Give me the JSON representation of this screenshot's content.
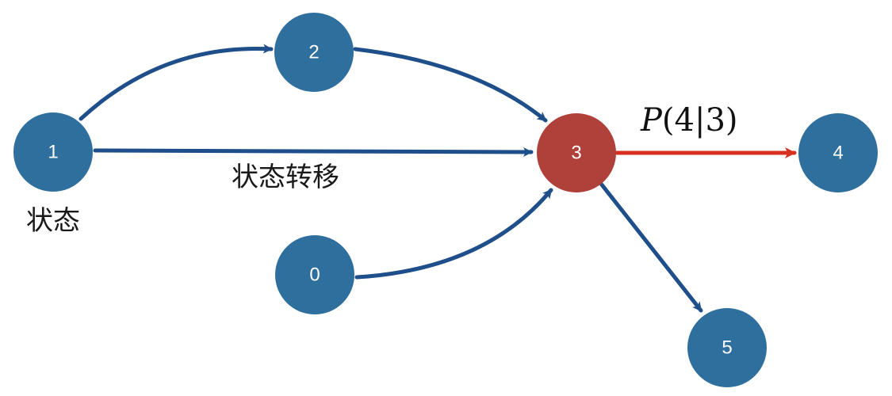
{
  "colors": {
    "node_blue": "#2f6f9e",
    "node_red": "#b0403a",
    "edge_blue": "#1f4f8a",
    "edge_red": "#d7301f"
  },
  "nodes": [
    {
      "id": "1",
      "label": "1",
      "color": "blue"
    },
    {
      "id": "2",
      "label": "2",
      "color": "blue"
    },
    {
      "id": "0",
      "label": "0",
      "color": "blue"
    },
    {
      "id": "3",
      "label": "3",
      "color": "red"
    },
    {
      "id": "4",
      "label": "4",
      "color": "blue"
    },
    {
      "id": "5",
      "label": "5",
      "color": "blue"
    }
  ],
  "edges": [
    {
      "from": "1",
      "to": "2",
      "color": "blue"
    },
    {
      "from": "2",
      "to": "3",
      "color": "blue"
    },
    {
      "from": "1",
      "to": "3",
      "color": "blue"
    },
    {
      "from": "0",
      "to": "3",
      "color": "blue"
    },
    {
      "from": "3",
      "to": "4",
      "color": "red"
    },
    {
      "from": "3",
      "to": "5",
      "color": "blue"
    }
  ],
  "labels": {
    "state": "状态",
    "state_transition": "状态转移",
    "transition_prob": {
      "p": "P",
      "open": "(",
      "a": "4",
      "bar": "|",
      "b": "3",
      "close": ")"
    }
  }
}
